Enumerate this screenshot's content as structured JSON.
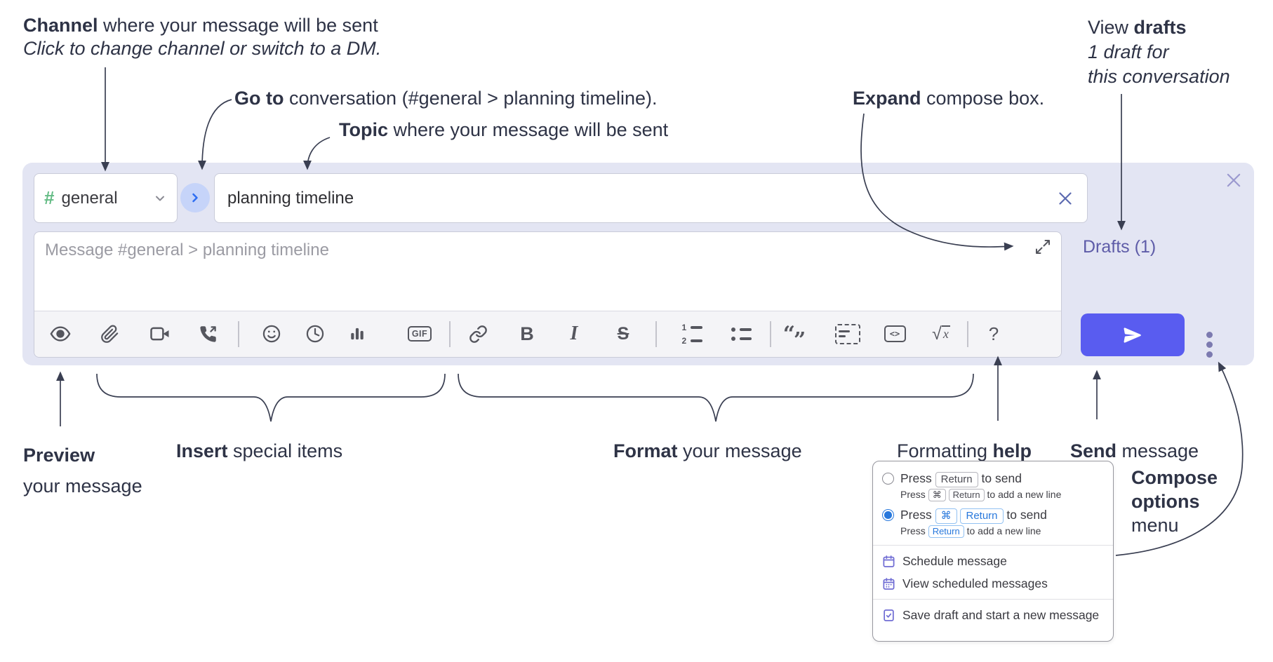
{
  "annotations": {
    "channel": {
      "bold": "Channel",
      "rest": " where your message will be sent",
      "line2": "Click to change channel or switch to a DM."
    },
    "go_to": {
      "bold": "Go to",
      "rest": " conversation (#general > planning timeline)."
    },
    "topic": {
      "bold": "Topic",
      "rest": " where your message will be sent"
    },
    "expand": {
      "bold": "Expand",
      "rest": " compose box."
    },
    "view_drafts": {
      "pre": "View ",
      "bold": "drafts",
      "line2": "1 draft for",
      "line3": "this conversation"
    },
    "preview": {
      "bold": "Preview",
      "line2": "your message"
    },
    "insert": {
      "bold": "Insert",
      "rest": " special items"
    },
    "format": {
      "bold": "Format",
      "rest": " your message"
    },
    "formatting_help": {
      "pre": "Formatting ",
      "bold": "help"
    },
    "send": {
      "bold": "Send",
      "rest": " message"
    },
    "compose_options": {
      "line1": "Compose",
      "line2": "options",
      "line3": "menu"
    }
  },
  "compose": {
    "channel": {
      "hash": "#",
      "name": "general"
    },
    "topic_value": "planning timeline",
    "message_placeholder": "Message #general > planning timeline",
    "drafts_link": "Drafts (1)",
    "toolbar": {
      "icons": [
        "preview",
        "attach-file",
        "video-call",
        "voice-call",
        "emoji",
        "global-time",
        "poll",
        "gif",
        "link",
        "bold",
        "italic",
        "strikethrough",
        "numbered-list",
        "bulleted-list",
        "quote",
        "spoiler",
        "code",
        "math",
        "help"
      ],
      "gif": "GIF",
      "bold": "B",
      "italic": "I",
      "strike": "S",
      "num1": "1",
      "num2": "2",
      "quote_open": "“",
      "quote_close": "”",
      "code": "<>",
      "sqrt": "√",
      "math_x": "x",
      "help": "?"
    }
  },
  "menu": {
    "press": "Press",
    "to_send": "to send",
    "new_line": "to add a new line",
    "kbd_return": "Return",
    "kbd_cmd": "⌘",
    "items": {
      "schedule": "Schedule message",
      "view_scheduled": "View scheduled messages",
      "save_draft": "Save draft and start a new message"
    }
  },
  "colors": {
    "compose_bg": "#e3e5f3",
    "accent_send": "#595cf0",
    "drafts_link": "#5e5ca8",
    "radio_selected": "#2878dc",
    "kbd_blue": "#2878dc",
    "menu_icon": "#706dd4",
    "hash_green": "#63bb84",
    "go_button_bg": "#c6d4f9",
    "go_button_chevron": "#2e6ef2",
    "annotation_text": "#2e3346"
  }
}
